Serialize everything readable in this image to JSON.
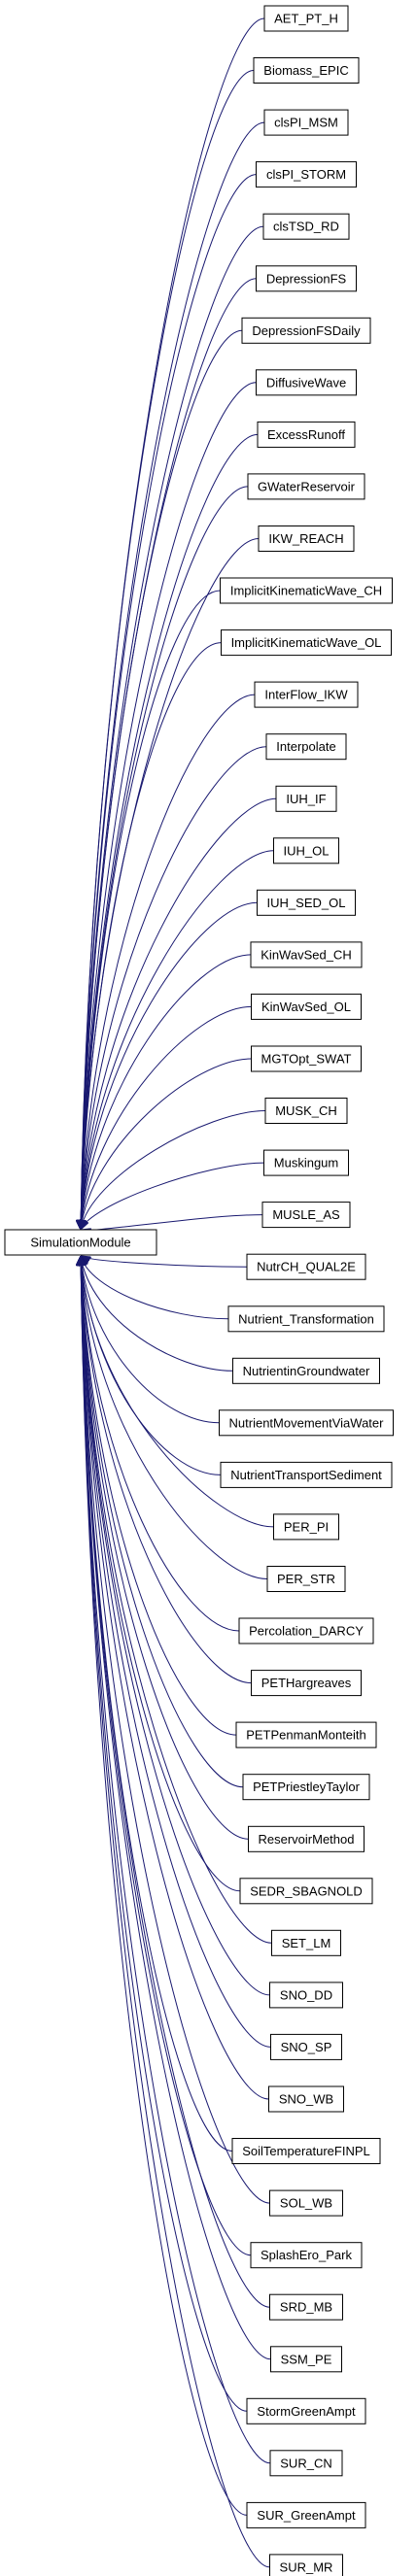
{
  "diagram": {
    "type": "inheritance-graph",
    "base_class": "SimulationModule",
    "derived_classes": [
      "AET_PT_H",
      "Biomass_EPIC",
      "clsPI_MSM",
      "clsPI_STORM",
      "clsTSD_RD",
      "DepressionFS",
      "DepressionFSDaily",
      "DiffusiveWave",
      "ExcessRunoff",
      "GWaterReservoir",
      "IKW_REACH",
      "ImplicitKinematicWave_CH",
      "ImplicitKinematicWave_OL",
      "InterFlow_IKW",
      "Interpolate",
      "IUH_IF",
      "IUH_OL",
      "IUH_SED_OL",
      "KinWavSed_CH",
      "KinWavSed_OL",
      "MGTOpt_SWAT",
      "MUSK_CH",
      "Muskingum",
      "MUSLE_AS",
      "NutrCH_QUAL2E",
      "Nutrient_Transformation",
      "NutrientinGroundwater",
      "NutrientMovementViaWater",
      "NutrientTransportSediment",
      "PER_PI",
      "PER_STR",
      "Percolation_DARCY",
      "PETHargreaves",
      "PETPenmanMonteith",
      "PETPriestleyTaylor",
      "ReservoirMethod",
      "SEDR_SBAGNOLD",
      "SET_LM",
      "SNO_DD",
      "SNO_SP",
      "SNO_WB",
      "SoilTemperatureFINPL",
      "SOL_WB",
      "SplashEro_Park",
      "SRD_MB",
      "SSM_PE",
      "StormGreenAmpt",
      "SUR_CN",
      "SUR_GreenAmpt",
      "SUR_MR"
    ],
    "colors": {
      "edge": "#191970",
      "box_border": "#000000",
      "box_fill": "#ffffff",
      "text": "#000000"
    }
  }
}
